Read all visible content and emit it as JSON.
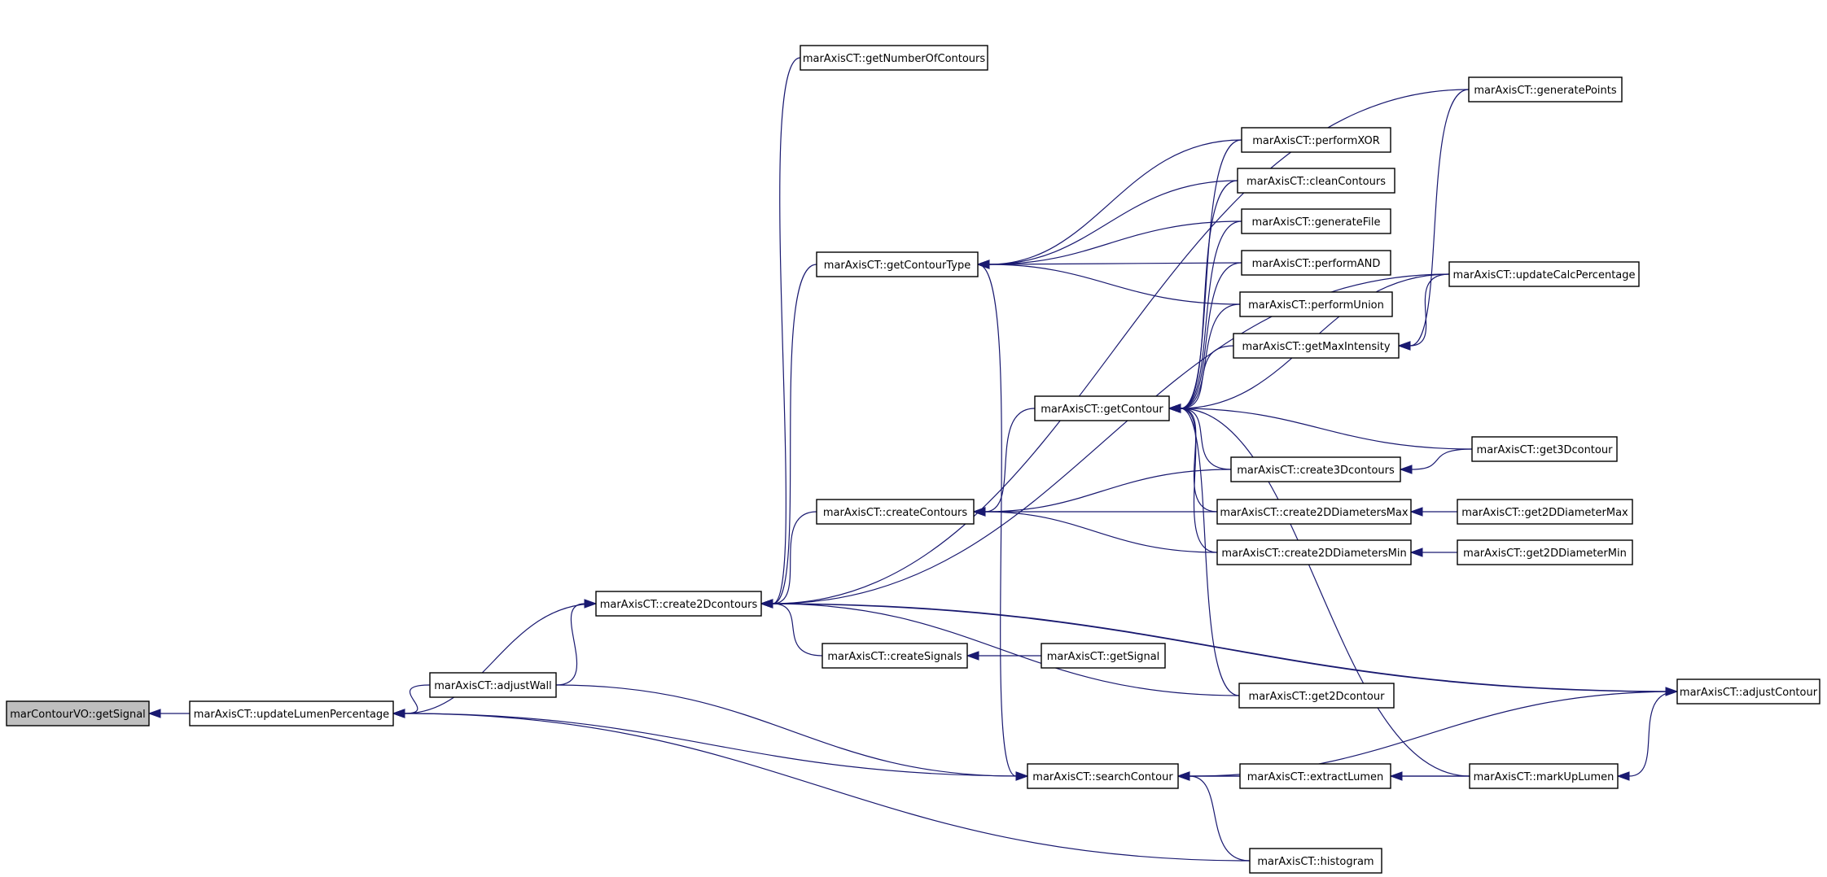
{
  "colors": {
    "edge": "#191970",
    "node_border": "#000000",
    "root_fill": "#bfbfbf",
    "node_fill": "#ffffff"
  },
  "nodes": [
    {
      "id": "getSignalVO",
      "label": "marContourVO::getSignal",
      "root": true
    },
    {
      "id": "updateLumen",
      "label": "marAxisCT::updateLumenPercentage"
    },
    {
      "id": "create2D",
      "label": "marAxisCT::create2Dcontours"
    },
    {
      "id": "adjustWall",
      "label": "marAxisCT::adjustWall"
    },
    {
      "id": "getNumContours",
      "label": "marAxisCT::getNumberOfContours"
    },
    {
      "id": "getContourType",
      "label": "marAxisCT::getContourType"
    },
    {
      "id": "createContours",
      "label": "marAxisCT::createContours"
    },
    {
      "id": "createSignals",
      "label": "marAxisCT::createSignals"
    },
    {
      "id": "getContour",
      "label": "marAxisCT::getContour"
    },
    {
      "id": "searchContour",
      "label": "marAxisCT::searchContour"
    },
    {
      "id": "getSignalCT",
      "label": "marAxisCT::getSignal"
    },
    {
      "id": "performXOR",
      "label": "marAxisCT::performXOR"
    },
    {
      "id": "cleanContours",
      "label": "marAxisCT::cleanContours"
    },
    {
      "id": "generateFile",
      "label": "marAxisCT::generateFile"
    },
    {
      "id": "performAND",
      "label": "marAxisCT::performAND"
    },
    {
      "id": "performUnion",
      "label": "marAxisCT::performUnion"
    },
    {
      "id": "getMaxIntensity",
      "label": "marAxisCT::getMaxIntensity"
    },
    {
      "id": "create3D",
      "label": "marAxisCT::create3Dcontours"
    },
    {
      "id": "diamMax",
      "label": "marAxisCT::create2DDiametersMax"
    },
    {
      "id": "diamMin",
      "label": "marAxisCT::create2DDiametersMin"
    },
    {
      "id": "get2Dcontour",
      "label": "marAxisCT::get2Dcontour"
    },
    {
      "id": "extractLumen",
      "label": "marAxisCT::extractLumen"
    },
    {
      "id": "histogram",
      "label": "marAxisCT::histogram"
    },
    {
      "id": "generatePoints",
      "label": "marAxisCT::generatePoints"
    },
    {
      "id": "updateCalc",
      "label": "marAxisCT::updateCalcPercentage"
    },
    {
      "id": "get3Dcontour",
      "label": "marAxisCT::get3Dcontour"
    },
    {
      "id": "getDiamMax",
      "label": "marAxisCT::get2DDiameterMax"
    },
    {
      "id": "getDiamMin",
      "label": "marAxisCT::get2DDiameterMin"
    },
    {
      "id": "markUpLumen",
      "label": "marAxisCT::markUpLumen"
    },
    {
      "id": "adjustContour",
      "label": "marAxisCT::adjustContour"
    }
  ],
  "edges": [
    {
      "from": "updateLumen",
      "to": "getSignalVO"
    },
    {
      "from": "create2D",
      "to": "updateLumen"
    },
    {
      "from": "adjustWall",
      "to": "updateLumen"
    },
    {
      "from": "searchContour",
      "to": "updateLumen"
    },
    {
      "from": "histogram",
      "to": "updateLumen"
    },
    {
      "from": "adjustWall",
      "to": "create2D"
    },
    {
      "from": "createSignals",
      "to": "create2D"
    },
    {
      "from": "get2Dcontour",
      "to": "create2D"
    },
    {
      "from": "adjustContour",
      "to": "create2D"
    },
    {
      "from": "getNumContours",
      "to": "create2D"
    },
    {
      "from": "generatePoints",
      "to": "create2D"
    },
    {
      "from": "updateCalc",
      "to": "create2D"
    },
    {
      "from": "getContourType",
      "to": "create2D"
    },
    {
      "from": "createContours",
      "to": "create2D"
    },
    {
      "from": "getSignalCT",
      "to": "createSignals"
    },
    {
      "from": "performXOR",
      "to": "getContourType"
    },
    {
      "from": "cleanContours",
      "to": "getContourType"
    },
    {
      "from": "generateFile",
      "to": "getContourType"
    },
    {
      "from": "performAND",
      "to": "getContourType"
    },
    {
      "from": "performUnion",
      "to": "getContourType"
    },
    {
      "from": "getContour",
      "to": "createContours"
    },
    {
      "from": "create3D",
      "to": "createContours"
    },
    {
      "from": "diamMax",
      "to": "createContours"
    },
    {
      "from": "diamMin",
      "to": "createContours"
    },
    {
      "from": "getMaxIntensity",
      "to": "getContour"
    },
    {
      "from": "performXOR",
      "to": "getContour"
    },
    {
      "from": "cleanContours",
      "to": "getContour"
    },
    {
      "from": "generateFile",
      "to": "getContour"
    },
    {
      "from": "performAND",
      "to": "getContour"
    },
    {
      "from": "performUnion",
      "to": "getContour"
    },
    {
      "from": "get3Dcontour",
      "to": "getContour"
    },
    {
      "from": "create3D",
      "to": "getContour"
    },
    {
      "from": "diamMax",
      "to": "getContour"
    },
    {
      "from": "diamMin",
      "to": "getContour"
    },
    {
      "from": "get2Dcontour",
      "to": "getContour"
    },
    {
      "from": "markUpLumen",
      "to": "getContour"
    },
    {
      "from": "updateCalc",
      "to": "getContour"
    },
    {
      "from": "generatePoints",
      "to": "getMaxIntensity"
    },
    {
      "from": "updateCalc",
      "to": "getMaxIntensity"
    },
    {
      "from": "get3Dcontour",
      "to": "create3D"
    },
    {
      "from": "getDiamMax",
      "to": "diamMax"
    },
    {
      "from": "getDiamMin",
      "to": "diamMin"
    },
    {
      "from": "getContourType",
      "to": "searchContour"
    },
    {
      "from": "adjustWall",
      "to": "searchContour"
    },
    {
      "from": "extractLumen",
      "to": "searchContour"
    },
    {
      "from": "markUpLumen",
      "to": "searchContour"
    },
    {
      "from": "histogram",
      "to": "searchContour"
    },
    {
      "from": "adjustContour",
      "to": "searchContour"
    },
    {
      "from": "markUpLumen",
      "to": "extractLumen"
    },
    {
      "from": "adjustContour",
      "to": "markUpLumen"
    },
    {
      "from": "create2D",
      "to": "adjustContour"
    }
  ]
}
